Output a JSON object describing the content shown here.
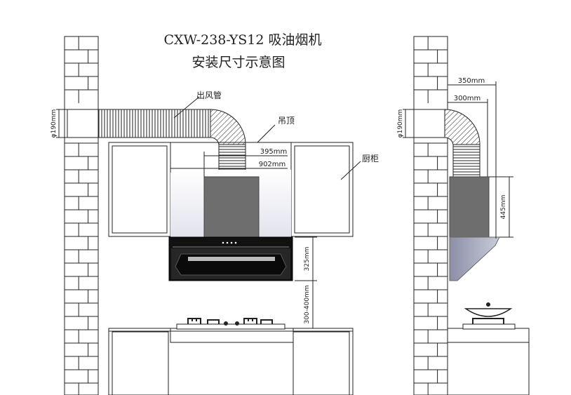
{
  "title": {
    "line1": "CXW-238-YS12 吸油烟机",
    "line2": "安装尺寸示意图"
  },
  "labels": {
    "exhaust_pipe": "出风管",
    "ceiling": "吊顶",
    "cabinet": "厨柜"
  },
  "front_view": {
    "pipe_diameter": "φ190mm",
    "width_395": "395mm",
    "width_902": "902mm",
    "height_325": "325mm",
    "install_height": "300-400mm"
  },
  "side_view": {
    "pipe_diameter": "φ190mm",
    "depth_350": "350mm",
    "depth_300": "300mm",
    "height_445": "445mm"
  },
  "colors": {
    "line": "#222222",
    "hood_chimney": "#6e6e6e",
    "hood_panel": "#111111",
    "side_hood_bottom": "#8f92a8"
  }
}
